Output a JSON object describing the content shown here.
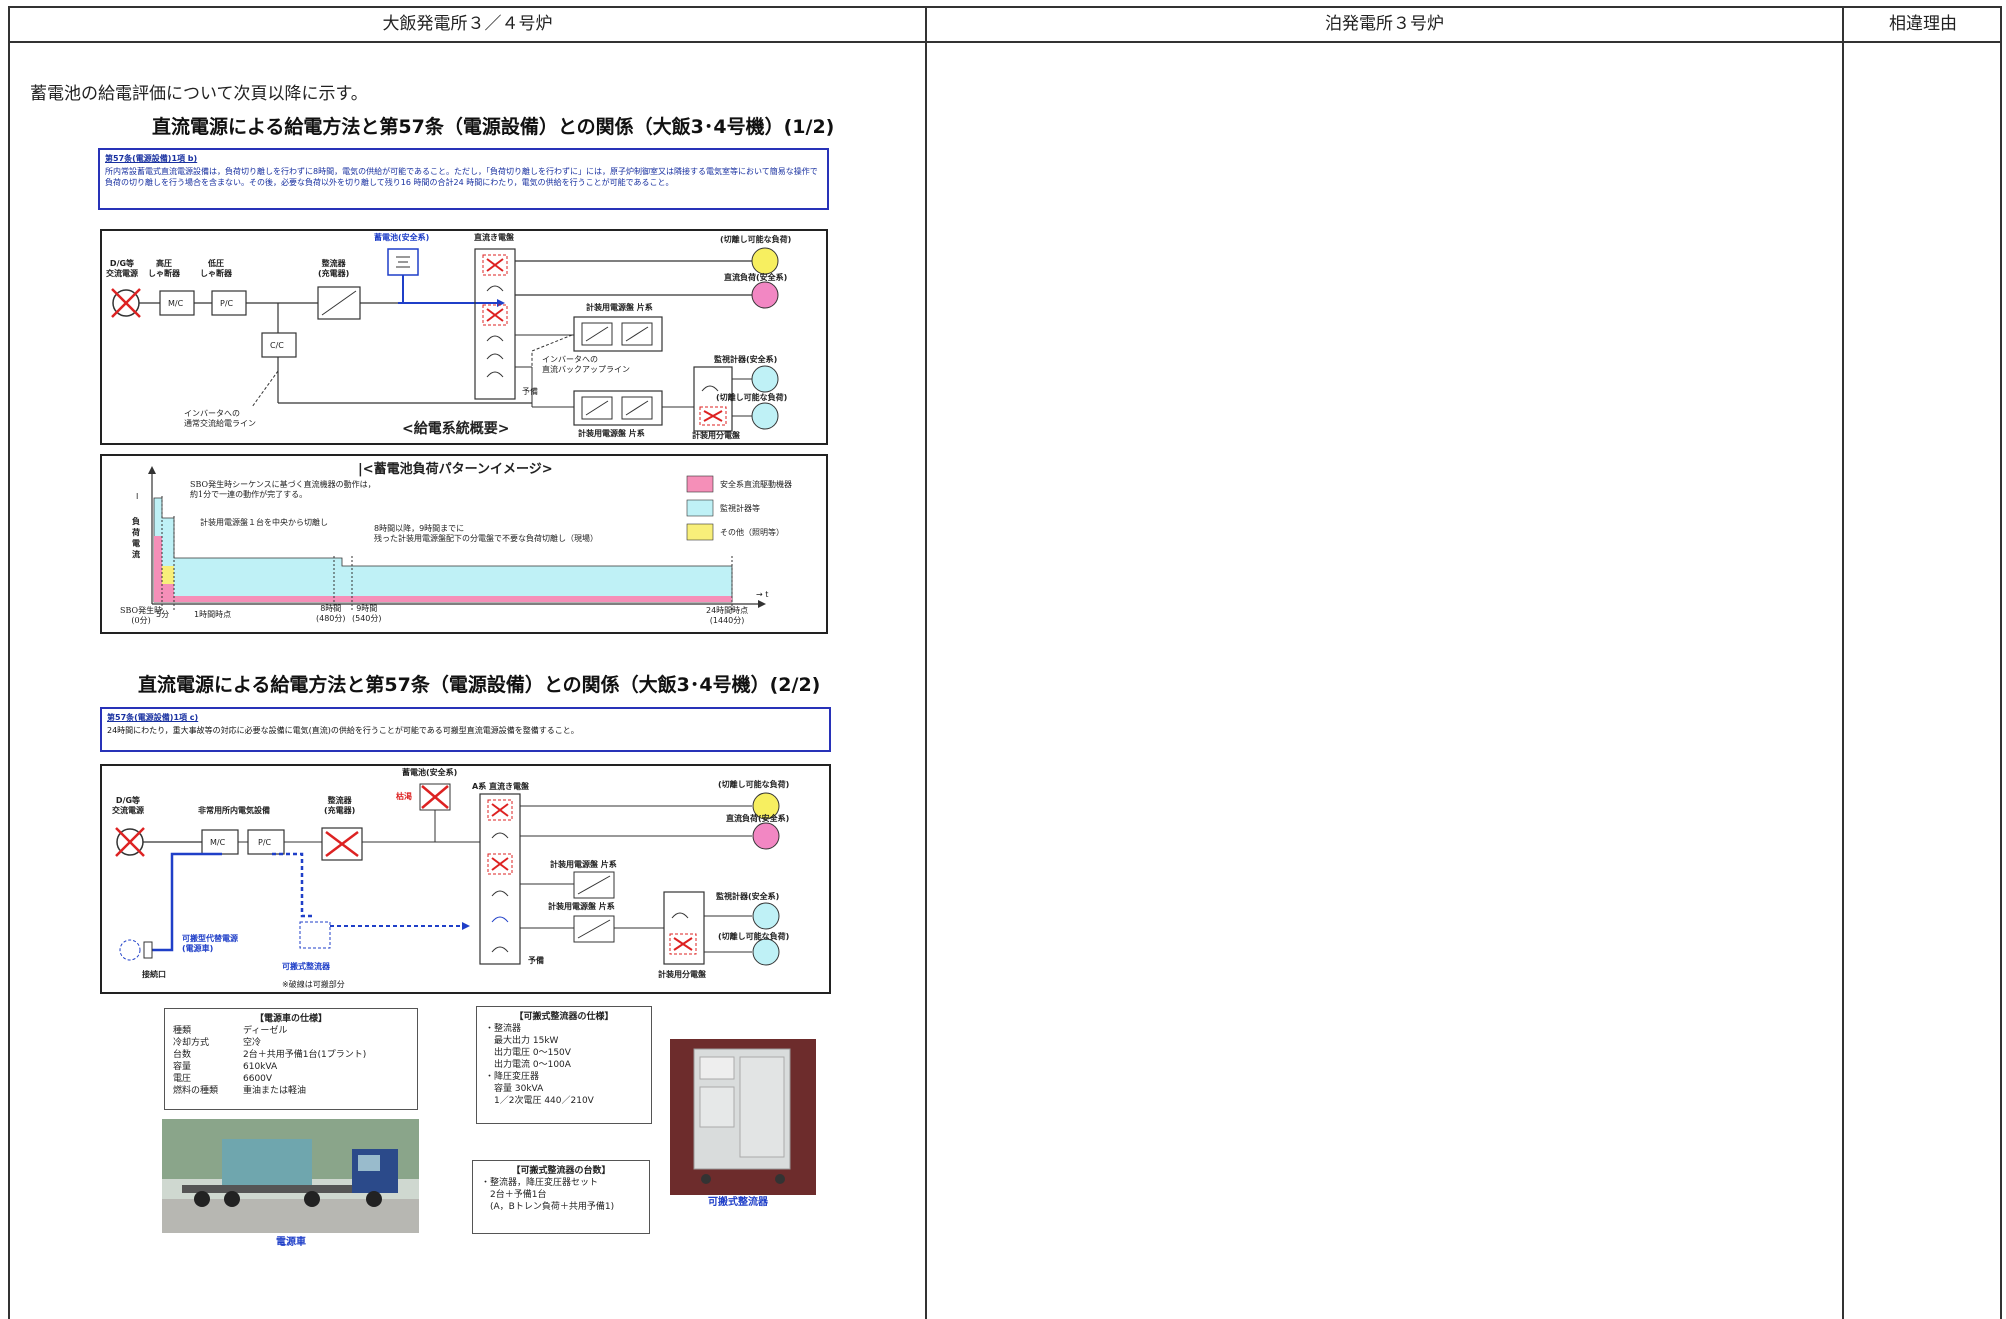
{
  "header": {
    "col1": "大飯発電所３／４号炉",
    "col2": "泊発電所３号炉",
    "col3": "相違理由"
  },
  "intro": "蓄電池の給電評価について次頁以降に示す。",
  "section1": {
    "title": "直流電源による給電方法と第57条（電源設備）との関係（大飯3･4号機）(1/2)",
    "req_label": "第57条(電源設備)1項 b)",
    "req_text": "所内常設蓄電式直流電源設備は，負荷切り離しを行わずに8時間，電気の供給が可能であること。ただし，「負荷切り離しを行わずに」には，原子炉制御室又は隣接する電気室等において簡易な操作で負荷の切り離しを行う場合を含まない。その後，必要な負荷以外を切り離して残り16 時間の合計24 時間にわたり，電気の供給を行うことが可能であること。",
    "diagram": {
      "battery": "蓄電池(安全系)",
      "dc_panel": "直流き電盤",
      "dg": "D/G等\n交流電源",
      "hv_breaker": "高圧\nしゃ断器",
      "lv_breaker": "低圧\nしゃ断器",
      "rectifier": "整流器\n(充電器)",
      "mc": "M/C",
      "pc": "P/C",
      "cc": "C/C",
      "load_cut": "(切離し可能な負荷)",
      "dc_load": "直流負荷(安全系)",
      "inst_panel": "計装用電源盤 片系",
      "monitor": "監視計器(安全系)",
      "load_cut2": "(切離し可能な負荷)",
      "inverter_dc": "インバータへの\n直流バックアップライン",
      "inverter_ac": "インバータへの\n通常交流給電ライン",
      "reserve": "予備",
      "inst_panel2": "計装用電源盤 片系",
      "dist_panel": "計装用分電盤",
      "caption": "<給電系統概要>"
    },
    "pattern": {
      "title": "|<蓄電池負荷パターンイメージ>",
      "note1": "SBO発生時シーケンスに基づく直流機器の動作は，\n約1分で一連の動作が完了する。",
      "note2": "計装用電源盤１台を中央から切離し",
      "note3": "8時間以降，9時間までに\n残った計装用電源盤配下の分電盤で不要な負荷切離し（現場）",
      "ylabel": "負荷電流",
      "y1": "I",
      "legend": [
        "安全系直流駆動機器",
        "監視計器等",
        "その他（照明等）"
      ],
      "ticks": [
        "SBO発生時\n(0分)",
        "5分",
        "1時間時点",
        "8時間\n(480分)",
        "9時間\n(540分)",
        "24時間時点\n(1440分)"
      ],
      "t_label": "→ t",
      "colors": {
        "pink": "#f58fb8",
        "cyan": "#bff1f6",
        "yellow": "#f8ef7a"
      }
    }
  },
  "section2": {
    "title": "直流電源による給電方法と第57条（電源設備）との関係（大飯3･4号機）(2/2)",
    "req_label": "第57条(電源設備)1項 c)",
    "req_text": "24時間にわたり，重大事故等の対応に必要な設備に電気(直流)の供給を行うことが可能である可搬型直流電源設備を整備すること。",
    "diagram": {
      "battery": "蓄電池(安全系)",
      "exhaust": "枯渇",
      "dc_panel": "A系 直流き電盤",
      "dg": "D/G等\n交流電源",
      "emergency": "非常用所内電気設備",
      "rectifier": "整流器\n(充電器)",
      "mc": "M/C",
      "pc": "P/C",
      "load_cut": "(切離し可能な負荷)",
      "dc_load": "直流負荷(安全系)",
      "inst_panel": "計装用電源盤 片系",
      "inst_panel2": "計装用電源盤 片系",
      "monitor": "監視計器(安全系)",
      "load_cut2": "(切離し可能な負荷)",
      "alt_power": "可搬型代替電源\n(電源車)",
      "portable_rect": "可搬式整流器",
      "connector": "接続口",
      "reserve": "予備",
      "dist_panel": "計装用分電盤",
      "dashed_note": "※破線は可搬部分"
    },
    "spec_truck": {
      "title": "【電源車の仕様】",
      "rows": [
        [
          "種類",
          "ディーゼル"
        ],
        [
          "冷却方式",
          "空冷"
        ],
        [
          "台数",
          "2台＋共用予備1台(1プラント)"
        ],
        [
          "容量",
          "610kVA"
        ],
        [
          "電圧",
          "6600V"
        ],
        [
          "燃料の種類",
          "重油または軽油"
        ]
      ]
    },
    "spec_rect": {
      "title": "【可搬式整流器の仕様】",
      "lines": [
        "・整流器",
        "　最大出力 15kW",
        "　出力電圧 0～150V",
        "　出力電流 0～100A",
        "・降圧変圧器",
        "　容量 30kVA",
        "　1／2次電圧 440／210V"
      ]
    },
    "count_rect": {
      "title": "【可搬式整流器の台数】",
      "lines": [
        "・整流器，降圧変圧器セット",
        "　2台＋予備1台",
        "　(A，Bトレン負荷＋共用予備1)"
      ]
    },
    "truck_caption": "電源車",
    "rect_caption": "可搬式整流器"
  }
}
